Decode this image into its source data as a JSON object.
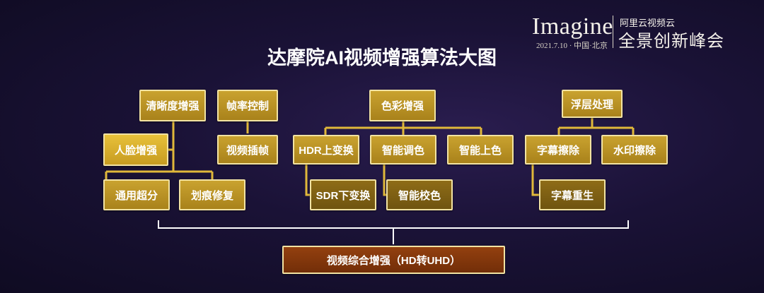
{
  "brand": {
    "wordmark": "Imagine",
    "date_place": "2021.7.10 · 中国·北京",
    "organizer": "阿里云视频云",
    "event": "全景创新峰会"
  },
  "title": "达摩院AI视频增强算法大图",
  "nodes": {
    "clarity": "清晰度增强",
    "face": "人脸增强",
    "super_res": "通用超分",
    "scratch": "划痕修复",
    "framerate": "帧率控制",
    "interp": "视频插帧",
    "color": "色彩增强",
    "hdr_up": "HDR上变换",
    "sdr_down": "SDR下变换",
    "grading": "智能调色",
    "correction": "智能校色",
    "colorize": "智能上色",
    "overlay": "浮层处理",
    "sub_remove": "字幕擦除",
    "wm_remove": "水印擦除",
    "sub_regen": "字幕重生",
    "composite": "视频综合增强（HD转UHD）"
  },
  "colors": {
    "connector": "#e0b83a",
    "brace": "#ffffff"
  }
}
